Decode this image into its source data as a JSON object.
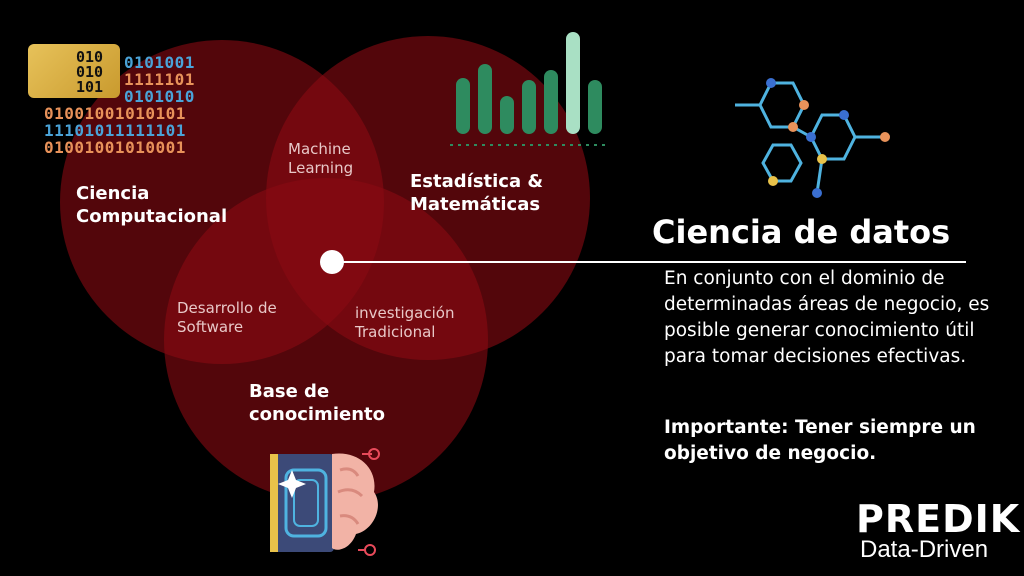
{
  "venn": {
    "circles": [
      {
        "label": "Ciencia Computacional"
      },
      {
        "label": "Estadística & Matemáticas"
      },
      {
        "label": "Base de conocimiento"
      }
    ],
    "intersections": [
      {
        "label": "Machine Learning"
      },
      {
        "label": "Desarrollo de Software"
      },
      {
        "label": "investigación Tradicional"
      }
    ],
    "circle_color": "#8a0a12"
  },
  "binary": {
    "chip_bits": [
      "010",
      "010",
      "101"
    ],
    "rows": [
      "0101001",
      "1111101",
      "0101010",
      "01001001010101",
      "11101011111101",
      "01001001010001"
    ],
    "colors": [
      "#4aa3d8",
      "#e8925a",
      "#f1e0c0"
    ]
  },
  "title": "Ciencia de datos",
  "description": "En conjunto con el dominio de determinadas áreas de negocio, es posible generar conocimiento útil para tomar decisiones efectivas.",
  "important": "Importante: Tener siempre un objetivo de negocio.",
  "logo": {
    "name": "PREDIK",
    "tagline": "Data-Driven"
  },
  "icons": [
    "binary-code-icon",
    "bar-chart-icon",
    "molecule-network-icon",
    "book-brain-icon"
  ],
  "accent_colors": {
    "chart": "#2e8b5f",
    "chart_highlight": "#a9e0c4",
    "network": "#4fb3e0"
  }
}
